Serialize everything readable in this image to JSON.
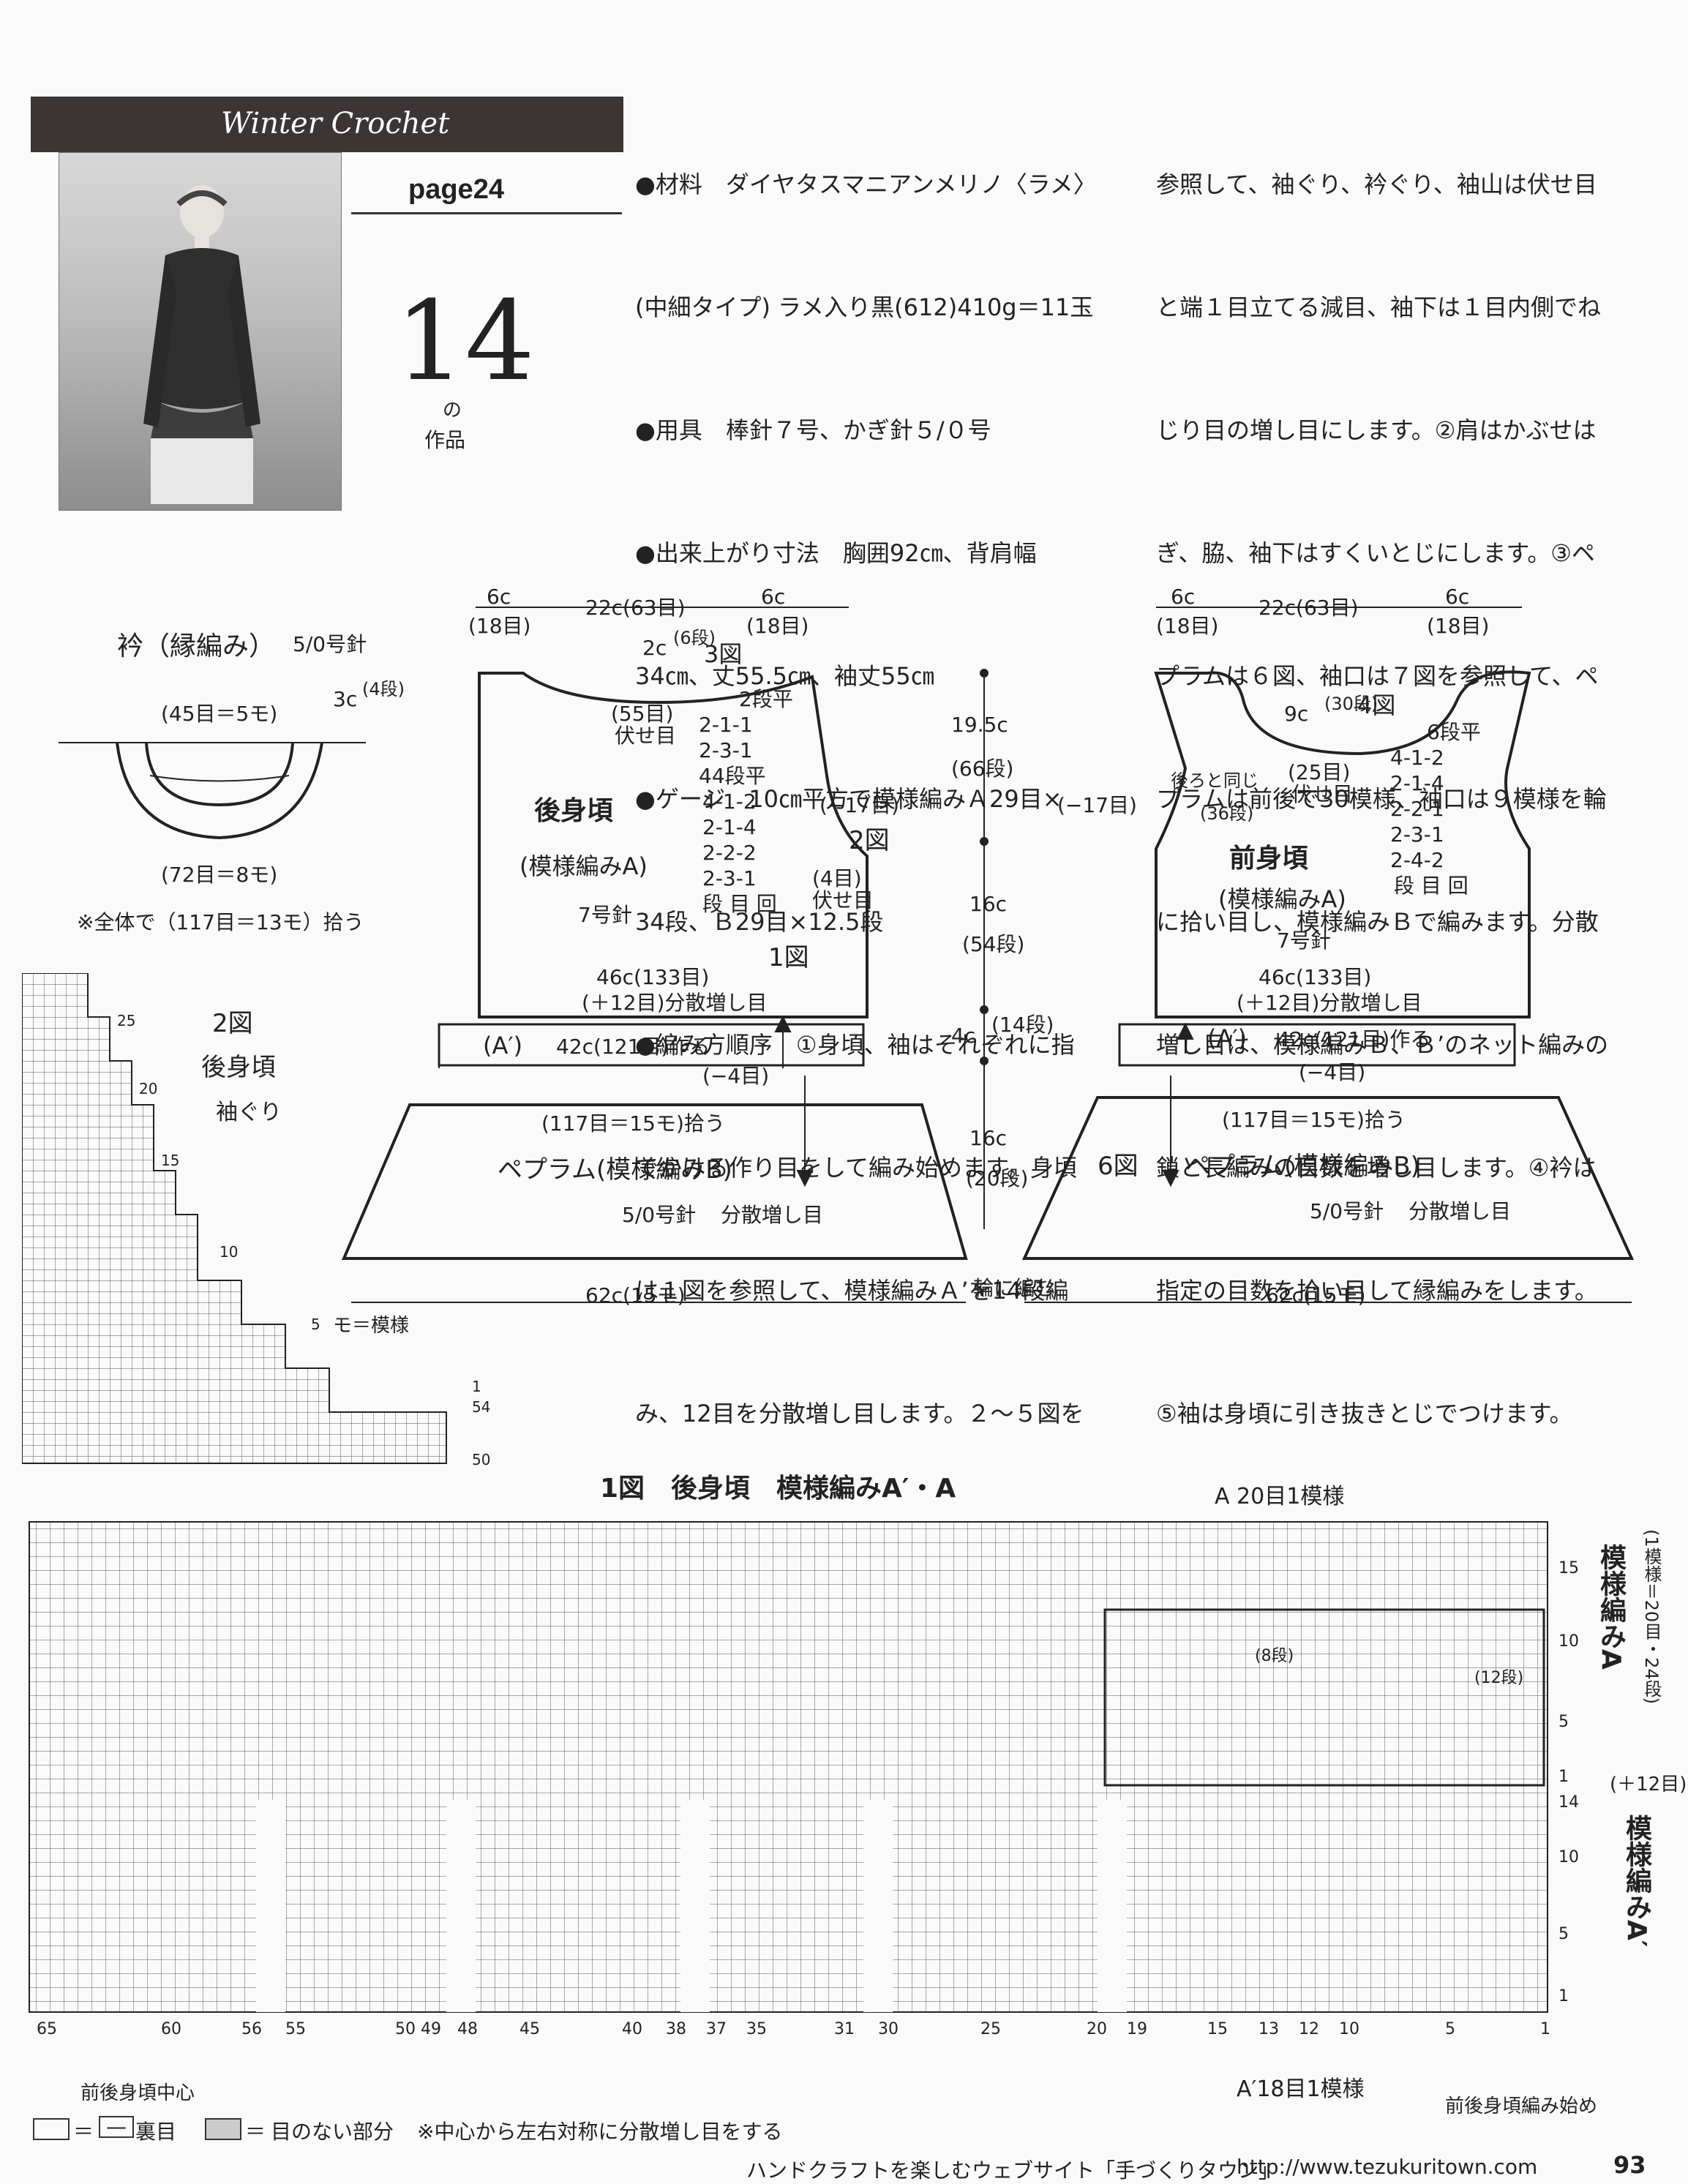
{
  "header": {
    "series": "Winter Crochet",
    "page_ref": "page24",
    "number": "14",
    "no_label": "の",
    "work_label": "作品"
  },
  "instructions": {
    "col1": [
      "●材料　ダイヤタスマニアンメリノ〈ラメ〉",
      "(中細タイプ) ラメ入り黒(612)410g＝11玉",
      "●用具　棒針７号、かぎ針５/０号",
      "●出来上がり寸法　胸囲92㎝、背肩幅",
      "34㎝、丈55.5㎝、袖丈55㎝",
      "●ゲージ　10㎝平方で模様編みＡ29目×",
      "34段、Ｂ29目×12.5段",
      "●編み方順序　①身頃、袖はそれぞれに指",
      "でかける作り目をして編み始めます。身頃",
      "は１図を参照して、模様編みＡ’を14段編",
      "み、12目を分散増し目します。２～５図を"
    ],
    "col2": [
      "参照して、袖ぐり、衿ぐり、袖山は伏せ目",
      "と端１目立てる減目、袖下は１目内側でね",
      "じり目の増し目にします。②肩はかぶせは",
      "ぎ、脇、袖下はすくいとじにします。③ペ",
      "プラムは６図、袖口は７図を参照して、ペ",
      "プラムは前後で30模様、袖口は９模様を輪",
      "に拾い目し、模様編みＢで編みます。分散",
      "増し目は、模様編みＢ、Ｂ’のネット編みの",
      "鎖と長編みの目数を増し目します。④衿は",
      "指定の目数を拾い目して縁編みをします。",
      "⑤袖は身頃に引き抜きとじでつけます。"
    ]
  },
  "collar": {
    "title": "衿（縁編み）",
    "needle": "5/0号針",
    "top": "(45目＝5モ)",
    "side": "3c",
    "side_rows": "(4段)",
    "bottom": "(72目＝8モ)",
    "note": "※全体で（117目＝13モ）拾う"
  },
  "back": {
    "top_left": "6c",
    "top_left_sts": "(18目)",
    "top_mid": "22c(63目)",
    "top_right": "6c",
    "top_right_sts": "(18目)",
    "neck_depth": "2c",
    "neck_rows": "(6段)",
    "fig3": "3図",
    "neck_bo": "(55目)",
    "bo_label": "伏せ目",
    "dec": [
      "2段平",
      "2-1-1",
      "2-3-1",
      "44段平",
      "4-1-2",
      "2-1-4",
      "2-2-2",
      "2-3-1",
      "段 目 回"
    ],
    "name": "後身頃",
    "pattern": "(模様編みA)",
    "needle": "7号針",
    "side": "(−17目)",
    "fig2": "2図",
    "armhole_bo": "(4目)",
    "armhole_bo2": "伏せ目",
    "fig1": "1図",
    "width": "46c(133目)",
    "inc": "(＋12目)分散増し目",
    "aprime": "(A′)",
    "cast": "42c(121目)作る",
    "minus": "(−4目)",
    "pick": "(117目＝15モ)拾う",
    "peplum": "ペプラム(模様編みB)",
    "peplum_needle": "5/0号針",
    "peplum_inc": "分散増し目",
    "bottom": "62c(15モ)"
  },
  "center_dims": {
    "d1": "19.5c",
    "d1r": "(66段)",
    "d2": "16c",
    "d2r": "(54段)",
    "d3": "4c",
    "d3r": "(14段)",
    "d4": "16c",
    "d4r": "(20段)",
    "loop": "輪に編む"
  },
  "front": {
    "top_left": "6c",
    "top_left_sts": "(18目)",
    "top_mid": "22c(63目)",
    "top_right": "6c",
    "top_right_sts": "(18目)",
    "neck_w": "9c",
    "neck_rows": "(30段)",
    "fig4": "4図",
    "neck_bo": "(25目)",
    "bo_label": "伏せ目",
    "dec": [
      "6段平",
      "4-1-2",
      "2-1-4",
      "2-2-1",
      "2-3-1",
      "2-4-2",
      "段 目 回"
    ],
    "same": "後ろと同じ",
    "same_rows": "(36段)",
    "side": "(−17目)",
    "name": "前身頃",
    "pattern": "(模様編みA)",
    "needle": "7号針",
    "width": "46c(133目)",
    "inc": "(＋12目)分散増し目",
    "aprime": "(A′)",
    "cast": "42c(121目)作る",
    "minus": "(−4目)",
    "pick": "(117目＝15モ)拾う",
    "fig6": "6図",
    "peplum": "ペプラム(模様編みB)",
    "peplum_needle": "5/0号針",
    "peplum_inc": "分散増し目",
    "bottom": "62c(15モ)"
  },
  "fig2": {
    "title": "2図",
    "subtitle": "後身頃",
    "sub2": "袖ぐり",
    "legend": "モ＝模様",
    "rows": [
      "25",
      "20",
      "15",
      "10",
      "5",
      "1",
      "54",
      "50"
    ]
  },
  "fig1": {
    "title": "1図　後身頃　模様編みA′・A",
    "repeat_a": "A 20目1模様",
    "repeat_a2": "A′18目1模様",
    "right_labels": {
      "a": "模様編みA",
      "a2": "模様編みA′",
      "repeat_note": "(1模様＝20目・24段)",
      "inc": "(＋12目)",
      "rows8": "(8段)",
      "rows12": "(12段)"
    },
    "row_marks": [
      "15",
      "10",
      "5",
      "1",
      "14",
      "10",
      "5",
      "1"
    ],
    "col_nums": [
      "65",
      "60",
      "56",
      "55",
      "50",
      "49",
      "48",
      "45",
      "40",
      "38",
      "37",
      "35",
      "31",
      "30",
      "25",
      "20",
      "19",
      "15",
      "13",
      "12",
      "10",
      "5",
      "1"
    ],
    "center_label": "前後身頃中心",
    "start_label": "前後身頃編み始め"
  },
  "legend": {
    "blank": "＝",
    "purl_sym": "—",
    "purl": "裏目",
    "none_sym": "＝",
    "none": "目のない部分",
    "note": "※中心から左右対称に分散増し目をする"
  },
  "footer": {
    "site": "ハンドクラフトを楽しむウェブサイト「手づくりタウン」",
    "url": "http://www.tezukuritown.com",
    "page": "93"
  }
}
